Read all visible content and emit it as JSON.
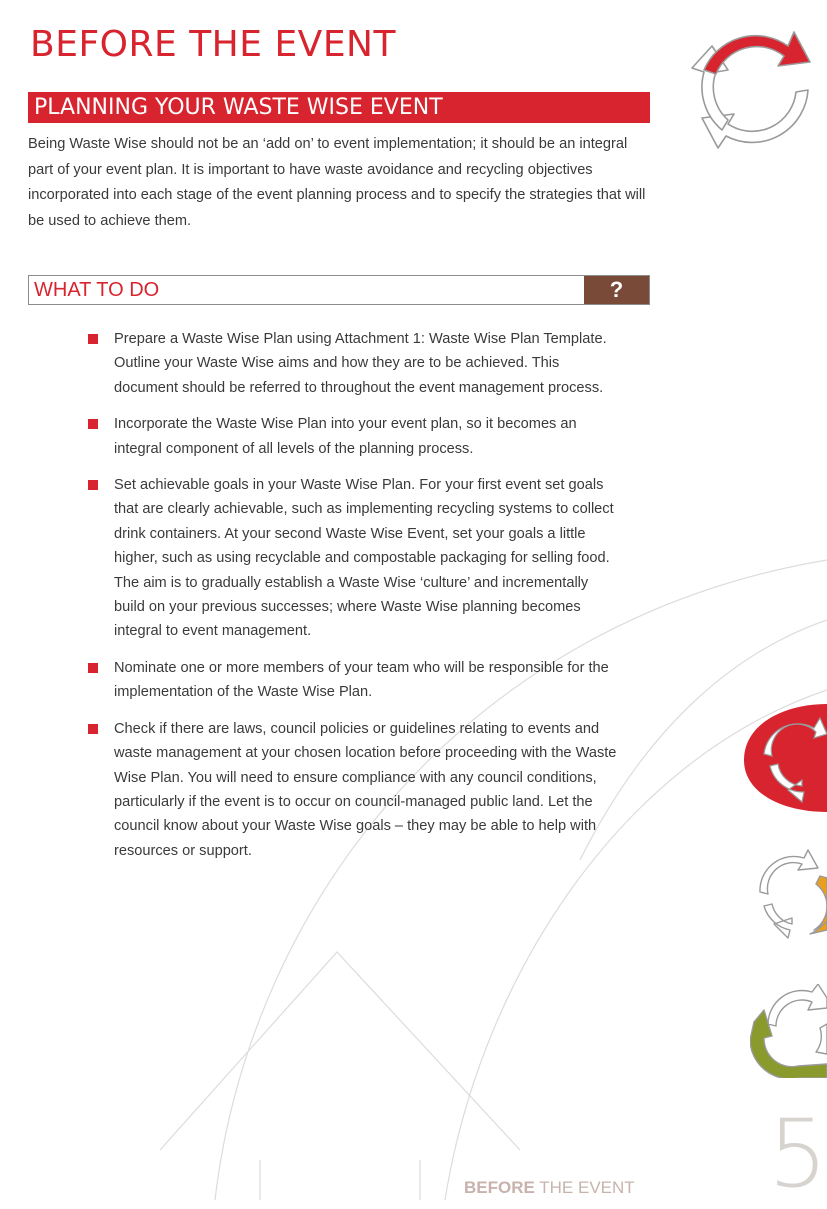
{
  "header": {
    "title": "BEFORE THE EVENT",
    "section_title": "PLANNING YOUR WASTE WISE EVENT"
  },
  "intro": {
    "text": "Being Waste Wise should not be an ‘add on’ to event implementation; it should be an integral part of your event plan. It is important to have waste avoidance and recycling objectives incorporated into each stage of the event planning process and to specify the strategies that will be used to achieve them."
  },
  "what_to_do": {
    "label": "WHAT TO DO",
    "help_label": "?",
    "items": [
      {
        "text": "Prepare a Waste Wise Plan using Attachment 1: Waste Wise Plan Template. Outline your Waste Wise aims and how they are to be achieved. This document should be referred to throughout the event management process."
      },
      {
        "text": "Incorporate the Waste Wise Plan into your event plan, so it becomes an integral component of all levels of the planning process."
      },
      {
        "text": "Set achievable goals in your Waste Wise Plan. For your first event set goals that are clearly achievable, such as implementing recycling systems to collect drink containers. At your second Waste Wise Event, set your goals a little higher, such as using recyclable and compostable packaging for selling food. The aim is to gradually establish a Waste Wise ‘culture’ and incrementally build on your previous successes; where Waste Wise planning becomes integral to event management."
      },
      {
        "text": "Nominate one or more members of your team who will be responsible for the implementation of the Waste Wise Plan."
      },
      {
        "text": "Check if there are laws, council policies or guidelines relating to events and waste management at your chosen location before proceeding with the Waste Wise Plan. You will need to ensure compliance with any council conditions, particularly if the event is to occur on council-managed public land. Let the council know about your Waste Wise goals – they may be able to help with resources or support."
      }
    ]
  },
  "footer": {
    "label_bold": "BEFORE",
    "label_rest": " THE EVENT",
    "page_number": "5"
  },
  "colors": {
    "accent_red": "#d8242e",
    "help_brown": "#7a4a39",
    "orange": "#e8a020",
    "olive": "#8a9a2c"
  },
  "icons": {
    "header": "recycle-arrows-red-icon",
    "tab_red": "recycle-arrows-red-icon",
    "tab_orange": "recycle-arrows-orange-icon",
    "tab_olive": "recycle-arrows-olive-icon"
  }
}
